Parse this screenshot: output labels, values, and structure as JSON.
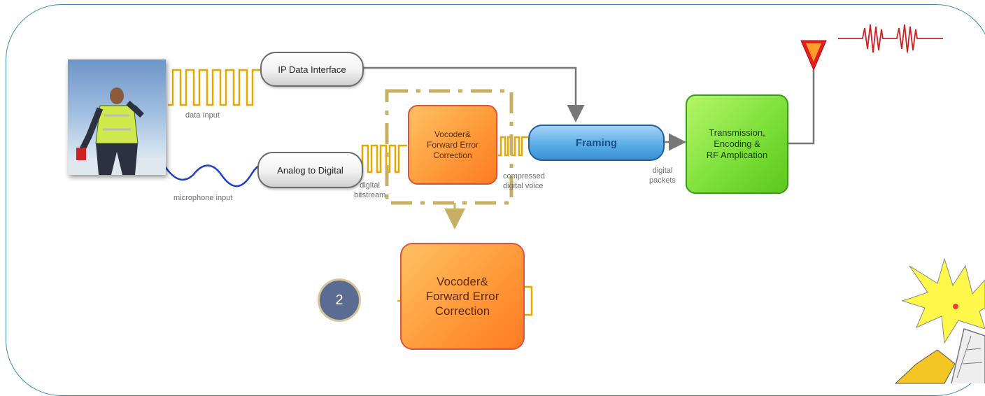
{
  "diagram": {
    "nodes": {
      "ip_data_interface": "IP Data Interface",
      "analog_to_digital": "Analog to Digital",
      "vocoder": [
        "Vocoder&",
        "Forward Error",
        "Correction"
      ],
      "framing": "Framing",
      "transmission": [
        "Transmission,",
        "Encoding &",
        "RF Amplication"
      ],
      "vocoder_zoom": [
        "Vocoder&",
        "Forward Error",
        "Correction"
      ]
    },
    "captions": {
      "data_input": "data Input",
      "microphone_input": "microphone input",
      "digital_bitstream": [
        "digital",
        "bitstream"
      ],
      "compressed_voice": [
        "compressed",
        "digital voice"
      ],
      "digital_packets": [
        "digital",
        "packets"
      ]
    },
    "badge": "2"
  },
  "colors": {
    "frame": "#3a8fa6",
    "square_wave": "#e8a800",
    "sine_wave": "#1d3fd0",
    "arrow": "#777777",
    "highlight": "#c7b065",
    "antenna": "#e51f1f",
    "rf_signal": "#cf2020"
  },
  "icons": {
    "photo": "person-with-walkie-talkie-photo",
    "antenna": "antenna-icon",
    "logo": "radio-tower-logo"
  }
}
